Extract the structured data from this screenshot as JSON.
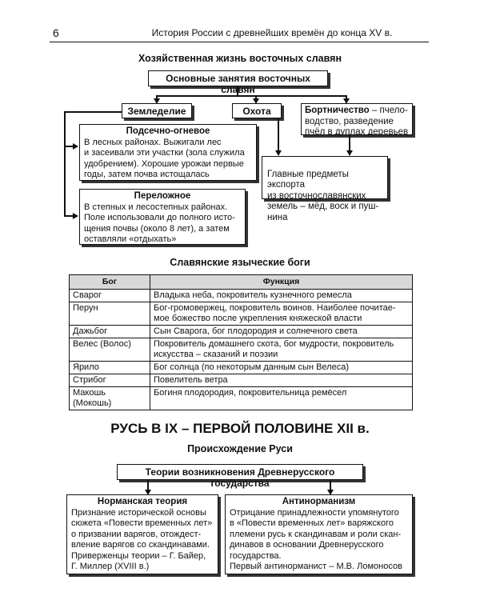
{
  "header": {
    "page_number": "6",
    "running_title": "История России с древнейших времён до конца XV в."
  },
  "economy": {
    "title": "Хозяйственная жизнь восточных славян",
    "main_box": "Основные занятия восточных славян",
    "agriculture": "Земледелие",
    "hunting": "Охота",
    "beekeeping_title": "Бортничество",
    "beekeeping_text": " – пчело-\nводство, разведение\nпчёл в дуплах деревьев",
    "slash_burn_title": "Подсечно-огневое",
    "slash_burn_text": "В лесных районах. Выжигали лес\nи засеивали эти участки (зола служила\nудобрением). Хорошие урожаи первые\nгоды, затем почва истощалась",
    "fallow_title": "Переложное",
    "fallow_text": "В степных и лесостепных районах.\nПоле использовали до полного исто-\nщения почвы (около 8 лет), а затем\nоставляли «отдыхать»",
    "exports_text": "Главные предметы экспорта\nиз восточнославянских\nземель – мёд, воск и пуш-\nнина"
  },
  "gods": {
    "title": "Славянские языческие боги",
    "col_god": "Бог",
    "col_function": "Функция",
    "rows": [
      {
        "god": "Сварог",
        "function": "Владыка неба, покровитель кузнечного ремесла"
      },
      {
        "god": "Перун",
        "function": "Бог-громовержец, покровитель воинов. Наиболее почитае-\nмое божество после укрепления княжеской власти"
      },
      {
        "god": "Дажьбог",
        "function": "Сын Сварога, бог плодородия и солнечного света"
      },
      {
        "god": "Велес (Волос)",
        "function": "Покровитель домашнего скота, бог мудрости, покровитель\nискусства – сказаний и поэзии"
      },
      {
        "god": "Ярило",
        "function": "Бог солнца (по некоторым данным сын Велеса)"
      },
      {
        "god": "Стрибог",
        "function": "Повелитель ветра"
      },
      {
        "god": "Макошь (Мокошь)",
        "function": "Богиня плодородия, покровительница ремёсел"
      }
    ]
  },
  "rus": {
    "chapter_title": "РУСЬ В IX – ПЕРВОЙ ПОЛОВИНЕ XII в.",
    "subtitle": "Происхождение Руси",
    "theories_box": "Теории возникновения Древнерусского государства",
    "norman_title": "Норманская теория",
    "norman_text": "Признание исторической основы\nсюжета «Повести временных лет»\nо призвании варягов, отождест-\nвление варягов со скандинавами.\nПриверженцы теории – Г. Байер,\nГ. Миллер (XVIII в.)",
    "anti_title": "Антинорманизм",
    "anti_text": "Отрицание принадлежности упомянутого\nв «Повести временных лет» варяжского\nплемени русь к скандинавам и роли скан-\nдинавов в основании Древнерусского\nгосударства.\nПервый антинорманист – М.В. Ломоносов"
  }
}
